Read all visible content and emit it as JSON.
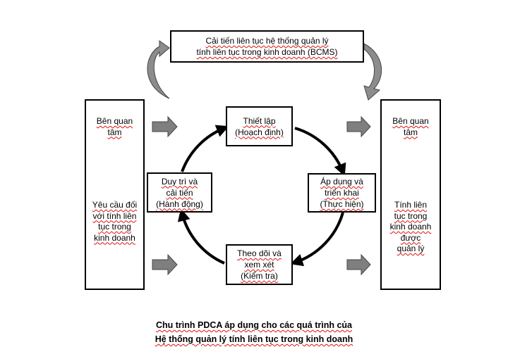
{
  "top_box": {
    "line1": "Cải tiến liên tục hệ thống quản lý",
    "line2": "tính liên tục trong kinh doanh (BCMS)"
  },
  "left_panel": {
    "top_line1": "Bên quan",
    "top_line2": "tâm",
    "bottom_lines": [
      "Yêu cầu đối",
      "với tính liên",
      "tục trong",
      "kinh doanh"
    ]
  },
  "right_panel": {
    "top_line1": "Bên quan",
    "top_line2": "tâm",
    "bottom_lines": [
      "Tính liên",
      "tục trong",
      "kinh doanh",
      "được",
      "quản lý"
    ]
  },
  "cycle": {
    "plan": [
      "Thiết lập",
      "(Hoạch định)"
    ],
    "do": [
      "Áp dụng và",
      "triển khai",
      "(Thực hiện)"
    ],
    "check": [
      "Theo dõi và",
      "xem xét",
      "(Kiểm tra)"
    ],
    "act": [
      "Duy trì và",
      "cải tiến",
      "(Hành động)"
    ]
  },
  "caption": {
    "line1": "Chu trình PDCA áp dụng cho các quá trình của",
    "line2": "Hệ thống quản lý tính liên tục trong kinh doanh"
  }
}
